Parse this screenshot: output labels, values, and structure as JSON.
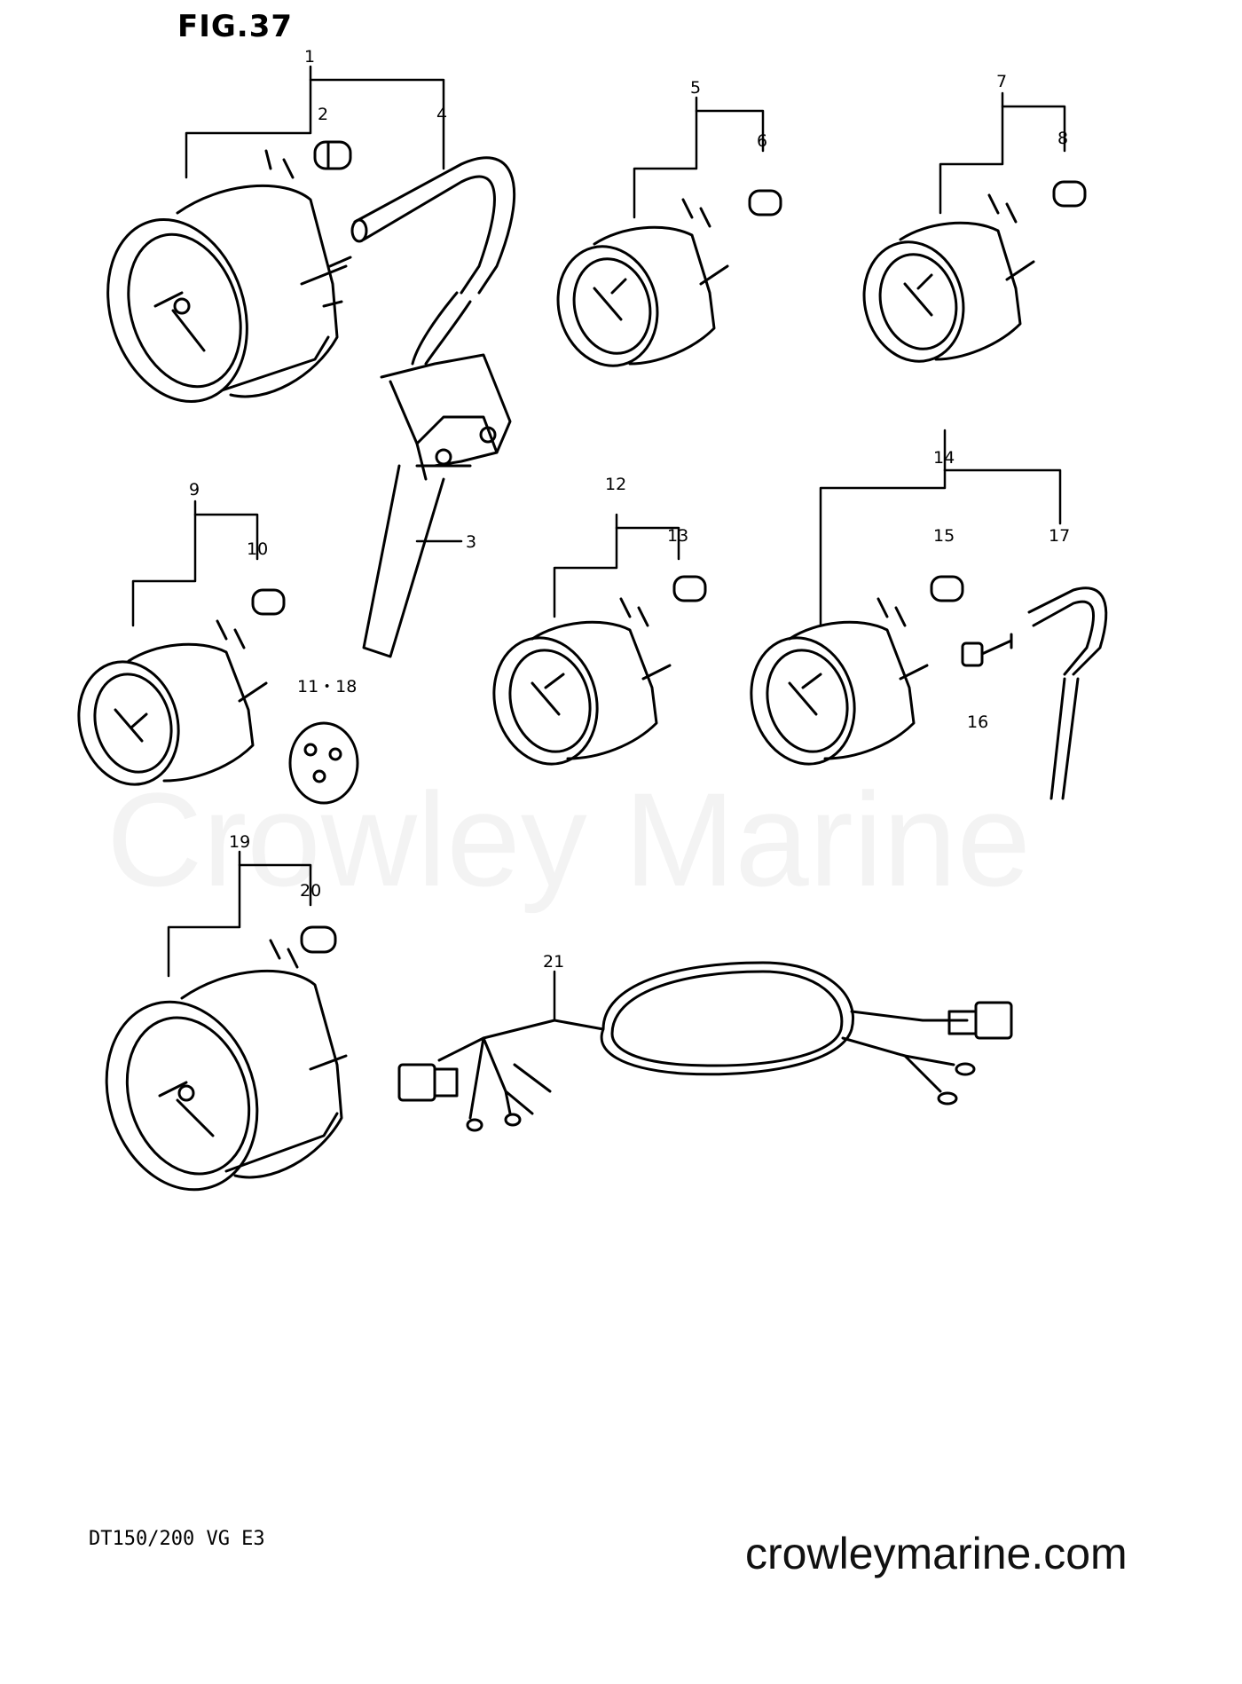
{
  "figure_label": "FIG.37",
  "model_code": "DT150/200 VG E3",
  "watermark": "Crowley Marine",
  "website": "crowleymarine.com",
  "callouts": [
    "1",
    "2",
    "3",
    "4",
    "5",
    "6",
    "7",
    "8",
    "9",
    "10",
    "11・18",
    "12",
    "13",
    "14",
    "15",
    "16",
    "17",
    "19",
    "20",
    "21"
  ]
}
